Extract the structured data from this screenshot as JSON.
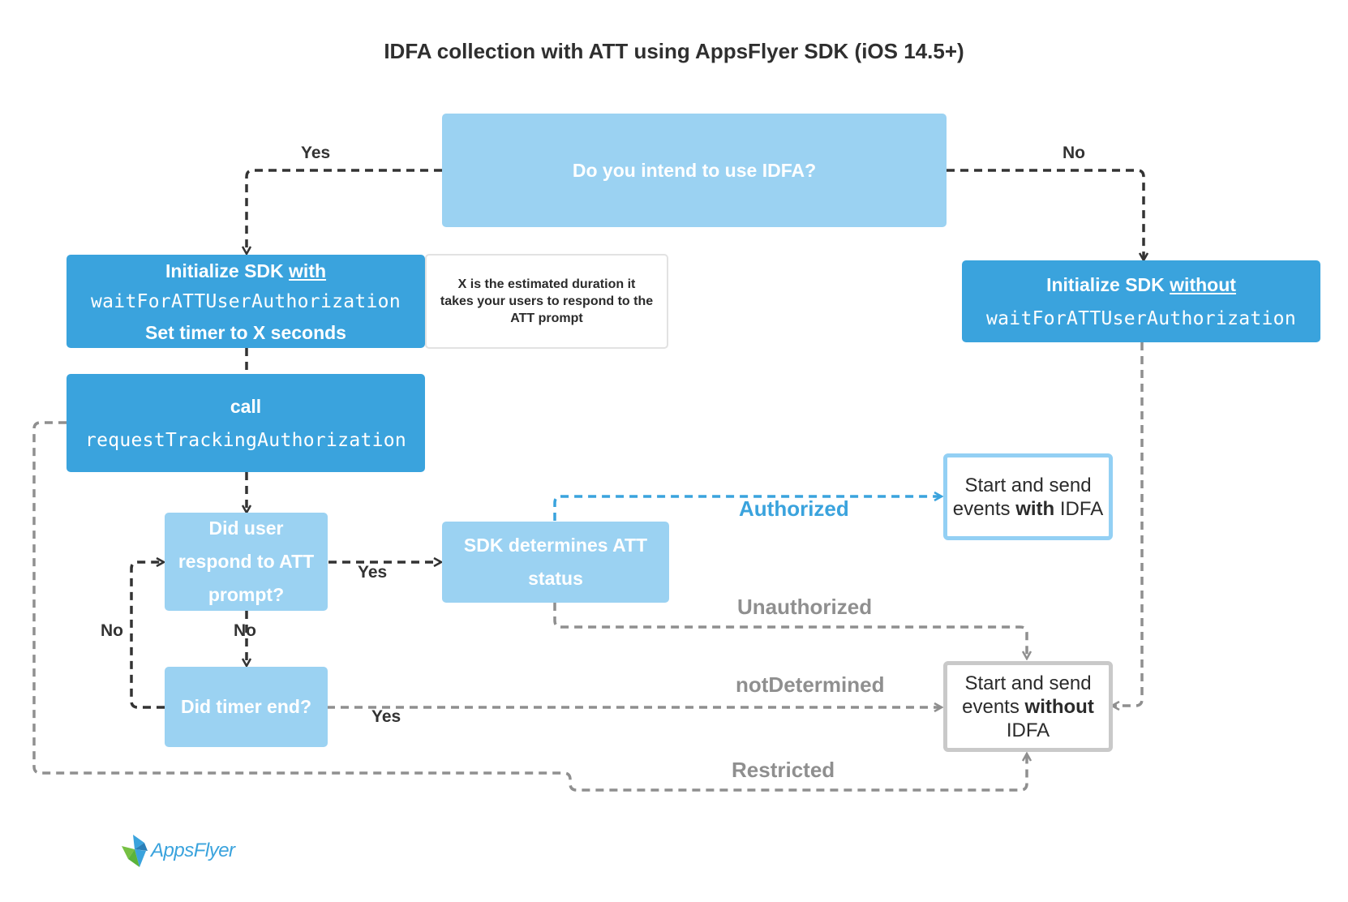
{
  "title": "IDFA collection with ATT using AppsFlyer SDK (iOS 14.5+)",
  "nodes": {
    "question_idfa": "Do you intend to use IDFA?",
    "init_with": {
      "prefix": "Initialize SDK ",
      "emph": "with",
      "code": "waitForATTUserAuthorization",
      "timer": "Set timer to X seconds"
    },
    "note": "X is the estimated duration it takes your users to respond to the ATT prompt",
    "init_without": {
      "prefix": "Initialize SDK ",
      "emph": "without",
      "code": "waitForATTUserAuthorization"
    },
    "call": {
      "line1": "call",
      "code": "requestTrackingAuthorization"
    },
    "did_respond": "Did user respond to ATT prompt?",
    "sdk_status": "SDK determines ATT status",
    "did_timer": "Did timer end?",
    "end_with": {
      "pre": "Start and send events ",
      "bold": "with",
      "post": " IDFA"
    },
    "end_without": {
      "pre": "Start and send events ",
      "bold": "without",
      "post": " IDFA"
    }
  },
  "labels": {
    "yes_top": "Yes",
    "no_top": "No",
    "yes_respond": "Yes",
    "no_respond": "No",
    "no_loop": "No",
    "yes_timer": "Yes",
    "authorized": "Authorized",
    "unauthorized": "Unauthorized",
    "not_determined": "notDetermined",
    "restricted": "Restricted"
  },
  "logo": {
    "text": "AppsFlyer"
  },
  "colors": {
    "dark_blue": "#3aa3dd",
    "light_blue": "#9bd2f2",
    "dark_line": "#333333",
    "grey_line": "#8f8f8f",
    "authorized_line": "#3aa3dd"
  }
}
